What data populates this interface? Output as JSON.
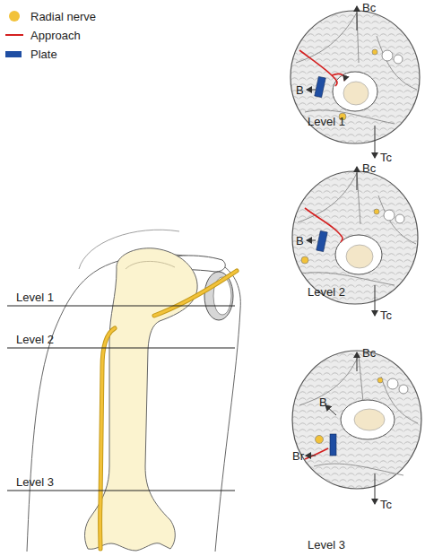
{
  "diagram": {
    "labels": [
      "Level 1",
      "Level 2",
      "Level 3",
      "Bc",
      "B",
      "Tc",
      "Level 1",
      "Bc",
      "B",
      "Tc",
      "Level 2",
      "Bc",
      "B",
      "Br",
      "Tc",
      "Level 3"
    ],
    "legend": [
      {
        "text": "Radial nerve",
        "color": "#f2c23a"
      },
      {
        "text": "Approach"
      },
      {
        "text": "Plate",
        "color": "#1f4ea3"
      }
    ]
  }
}
